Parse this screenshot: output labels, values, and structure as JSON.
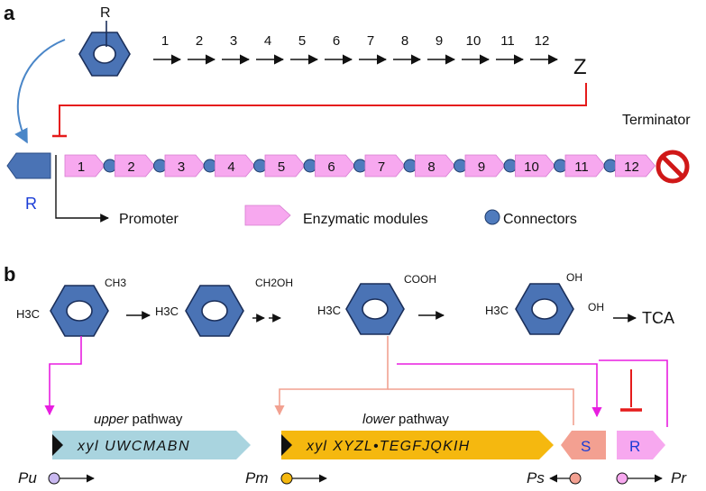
{
  "panel_a": {
    "label": "a",
    "substituent": "R",
    "steps": [
      "1",
      "2",
      "3",
      "4",
      "5",
      "6",
      "7",
      "8",
      "9",
      "10",
      "11",
      "12"
    ],
    "product": "Z",
    "terminator": "Terminator",
    "regulator": "R",
    "modules": [
      "1",
      "2",
      "3",
      "4",
      "5",
      "6",
      "7",
      "8",
      "9",
      "10",
      "11",
      "12"
    ],
    "legend": {
      "promoter": "Promoter",
      "enzymatic": "Enzymatic modules",
      "connectors": "Connectors"
    }
  },
  "panel_b": {
    "label": "b",
    "compounds": [
      {
        "left": "H3C",
        "top": "CH3"
      },
      {
        "left": "H3C",
        "top": "CH2OH"
      },
      {
        "left": "H3C",
        "top": "COOH"
      },
      {
        "left": "H3C",
        "top": "OH",
        "right": "OH"
      }
    ],
    "tca": "TCA",
    "upper": {
      "title_italic": "upper",
      "title_rest": " pathway",
      "gene_prefix": "xyl",
      "genes": "UWCMABN"
    },
    "lower": {
      "title_italic": "lower",
      "title_rest": " pathway",
      "gene_prefix": "xyl",
      "genes": "XYZL•TEGFJQKIH"
    },
    "s_gene": "S",
    "r_gene": "R",
    "promoters": [
      "Pu",
      "Pm",
      "Ps",
      "Pr"
    ]
  },
  "colors": {
    "hexagon": "#4a73b5",
    "module": "#f7a8ef",
    "connector": "#4f7bbd",
    "upper_block": "#a9d4df",
    "lower_block": "#f5b80f",
    "s_block": "#f3a091",
    "r_block": "#f7a8ef",
    "magenta": "#e81ee0",
    "salmon": "#f2a191",
    "red": "#e51b1b"
  }
}
